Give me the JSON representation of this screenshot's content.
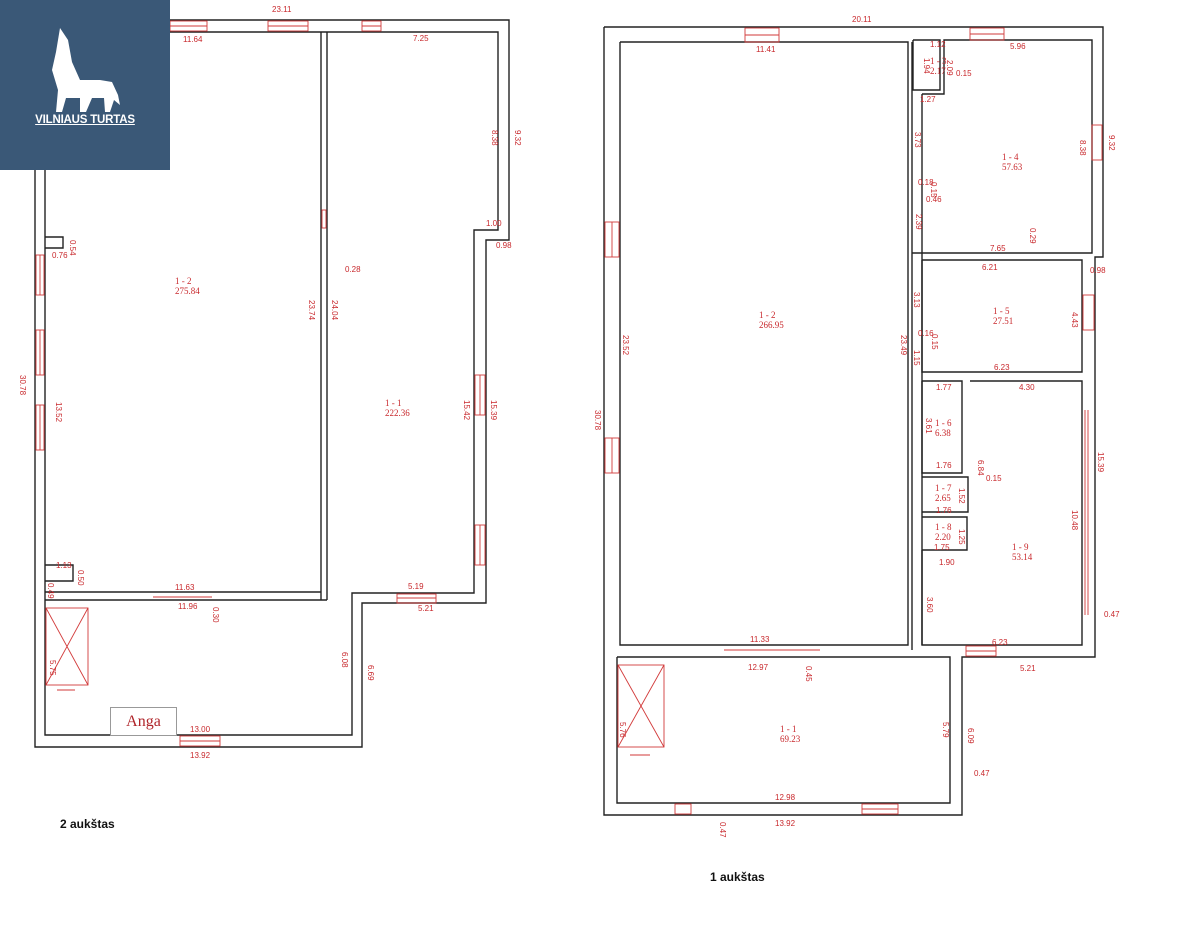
{
  "logo": {
    "text": "VILNIAUS TURTAS"
  },
  "floor2": {
    "title": "2  aukštas",
    "opening_label": "Anga",
    "dims": [
      "23.11",
      "11.64",
      "7.25",
      "8.38",
      "9.32",
      "1.00",
      "0.98",
      "0.54",
      "0.76",
      "0.28",
      "23.74",
      "24.04",
      "30.78",
      "13.52",
      "15.42",
      "15.39",
      "1.13",
      "0.50",
      "0.49",
      "11.63",
      "11.96",
      "0.30",
      "5.19",
      "5.21",
      "6.08",
      "6.69",
      "5.75",
      "13.00",
      "13.92"
    ],
    "rooms": [
      {
        "id": "1 - 2",
        "area": "275.84"
      },
      {
        "id": "1 - 1",
        "area": "222.36"
      }
    ]
  },
  "floor1": {
    "title": "1 aukštas",
    "dims": [
      "20.11",
      "11.41",
      "1.12",
      "1.94",
      "2.09",
      "0.15",
      "5.96",
      "1.27",
      "3.73",
      "8.38",
      "9.32",
      "0.18",
      "0.15",
      "0.46",
      "2.39",
      "7.65",
      "0.29",
      "6.21",
      "0.98",
      "3.13",
      "4.43",
      "0.16",
      "0.15",
      "1.15",
      "6.23",
      "23.52",
      "23.49",
      "30.78",
      "1.77",
      "4.30",
      "3.61",
      "1.76",
      "6.84",
      "0.15",
      "1.52",
      "1.76",
      "1.25",
      "1.75",
      "1.90",
      "15.39",
      "10.48",
      "0.47",
      "3.60",
      "6.23",
      "5.21",
      "11.33",
      "12.97",
      "0.45",
      "5.76",
      "5.79",
      "6.09",
      "0.47",
      "12.98",
      "13.92",
      "0.47"
    ],
    "rooms": [
      {
        "id": "1 - 3",
        "area": "2.17"
      },
      {
        "id": "1 - 4",
        "area": "57.63"
      },
      {
        "id": "1 - 5",
        "area": "27.51"
      },
      {
        "id": "1 - 2",
        "area": "266.95"
      },
      {
        "id": "1 - 6",
        "area": "6.38"
      },
      {
        "id": "1 - 7",
        "area": "2.65"
      },
      {
        "id": "1 - 8",
        "area": "2.20"
      },
      {
        "id": "1 - 9",
        "area": "53.14"
      },
      {
        "id": "1 - 1",
        "area": "69.23"
      }
    ]
  }
}
